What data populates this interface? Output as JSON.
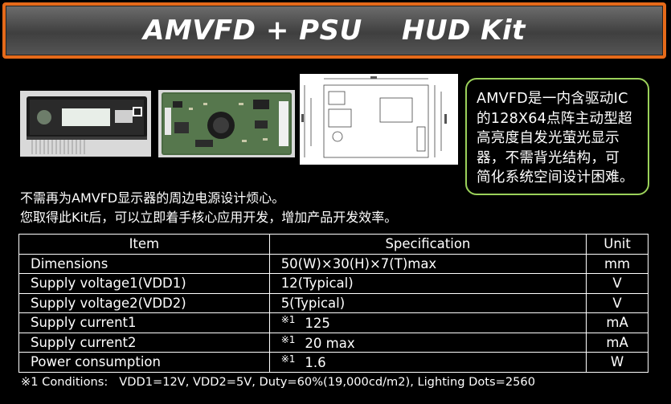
{
  "banner": {
    "title": "AMVFD + PSU    HUD Kit"
  },
  "callout": {
    "lines": [
      "AMVFD是一内含驱动IC",
      "的128X64点阵主动型超",
      "高亮度自发光萤光显示",
      "器，不需背光结构，可",
      "简化系统空间设计困难。"
    ]
  },
  "intro": {
    "lines": [
      "不需再为AMVFD显示器的周边电源设计烦心。",
      "您取得此Kit后，可以立即着手核心应用开发，增加产品开发效率。"
    ]
  },
  "table": {
    "headers": [
      "Item",
      "Specification",
      "Unit"
    ],
    "rows": [
      {
        "item": "Dimensions",
        "note": "",
        "spec": "50(W)×30(H)×7(T)max",
        "unit": "mm"
      },
      {
        "item": "Supply voltage1(VDD1)",
        "note": "",
        "spec": "12(Typical)",
        "unit": "V"
      },
      {
        "item": "Supply voltage2(VDD2)",
        "note": "",
        "spec": "5(Typical)",
        "unit": "V"
      },
      {
        "item": "Supply current1",
        "note": "※1",
        "spec": "125",
        "unit": "mA"
      },
      {
        "item": "Supply current2",
        "note": "※1",
        "spec": "20 max",
        "unit": "mA"
      },
      {
        "item": "Power consumption",
        "note": "※1",
        "spec": "1.6",
        "unit": "W"
      }
    ]
  },
  "footnote": {
    "text": "※1 Conditions:   VDD1=12V, VDD2=5V, Duty=60%(19,000cd/m2), Lighting Dots=2560"
  },
  "colors": {
    "banner_border": "#e56a1a",
    "callout_border": "#9bd15a",
    "background": "#000000"
  }
}
